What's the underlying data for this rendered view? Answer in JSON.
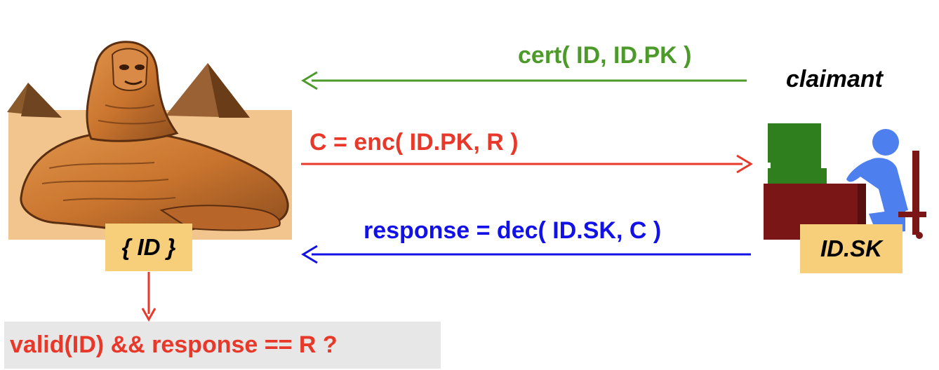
{
  "colors": {
    "cert": "#4c9a2a",
    "challenge": "#e8382a",
    "response": "#1212e8",
    "check": "#e8382a",
    "keybox": "#f7cf7a",
    "checkbox_bg": "#e7e7e7"
  },
  "verifier": {
    "image": "sphinx-with-pyramids",
    "id_label": "{ ID }"
  },
  "claimant": {
    "label": "claimant",
    "image": "person-at-computer",
    "key_label": "ID.SK"
  },
  "messages": {
    "cert": {
      "text": "cert( ID, ID.PK )",
      "direction": "to-verifier"
    },
    "challenge": {
      "text": "C = enc( ID.PK, R )",
      "direction": "to-claimant"
    },
    "response": {
      "text": "response = dec( ID.SK, C )",
      "direction": "to-verifier"
    }
  },
  "check": {
    "text": "valid(ID) && response == R ?"
  }
}
